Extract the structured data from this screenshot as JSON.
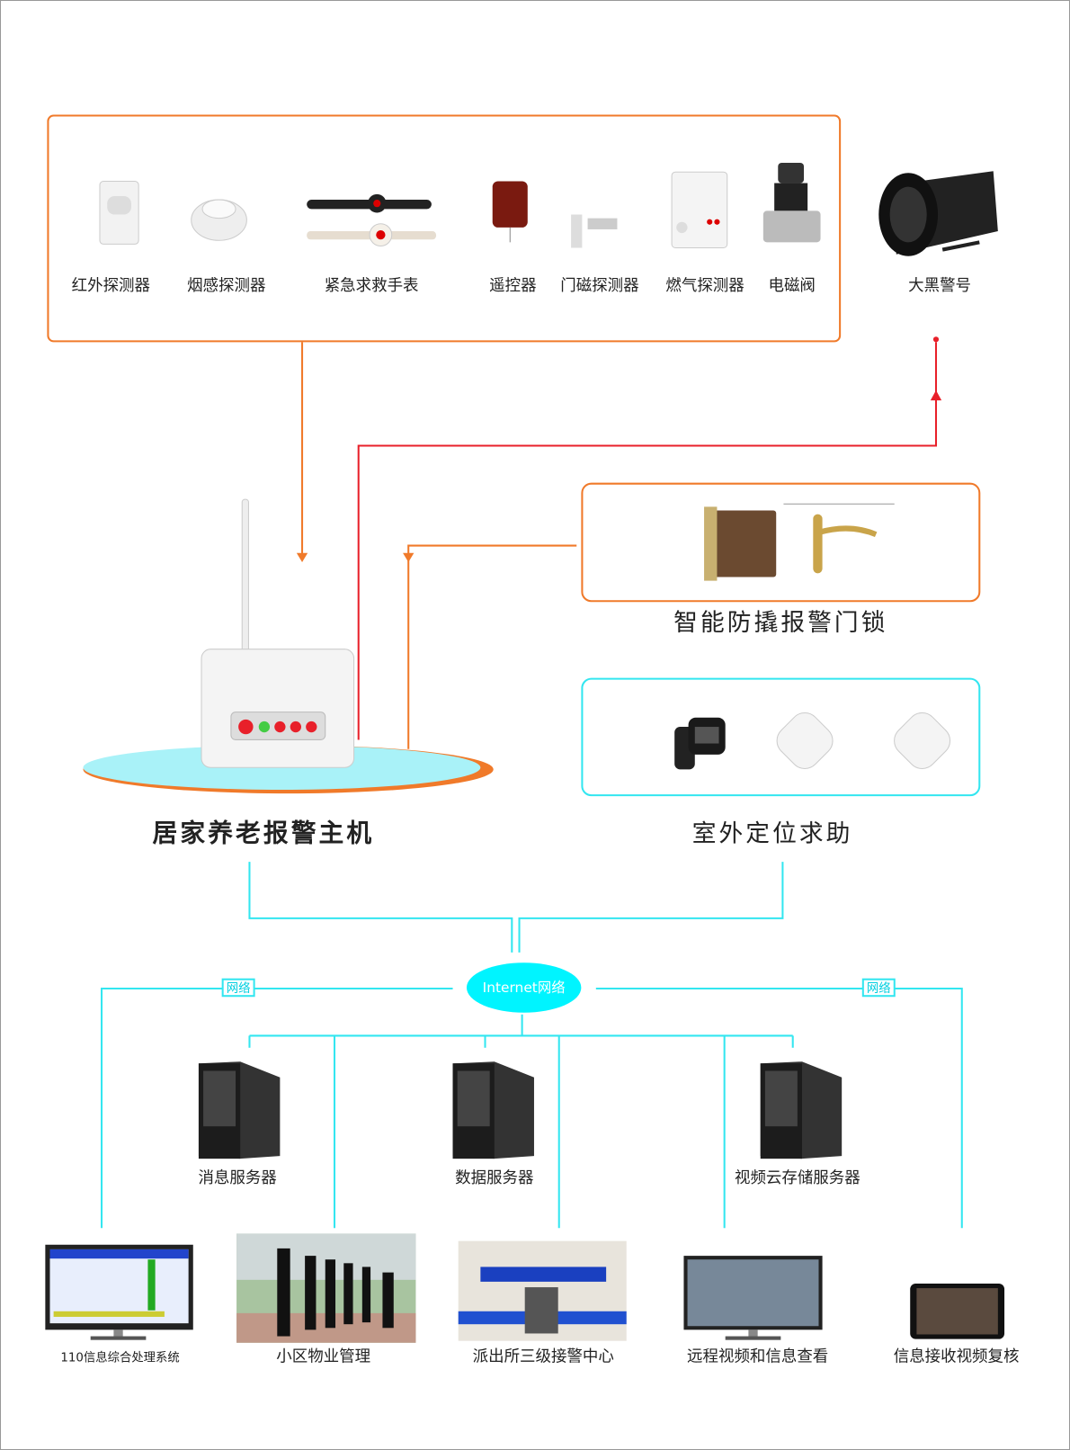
{
  "devices": [
    {
      "label": "红外探测器",
      "icon": "pir-sensor-icon"
    },
    {
      "label": "烟感探测器",
      "icon": "smoke-detector-icon"
    },
    {
      "label": "紧急求救手表",
      "icon": "sos-watch-icon"
    },
    {
      "label": "遥控器",
      "icon": "remote-control-icon"
    },
    {
      "label": "门磁探测器",
      "icon": "door-sensor-icon"
    },
    {
      "label": "燃气探测器",
      "icon": "gas-detector-icon"
    },
    {
      "label": "电磁阀",
      "icon": "solenoid-valve-icon"
    }
  ],
  "siren": {
    "label": "大黑警号",
    "icon": "siren-icon"
  },
  "door_lock": {
    "label": "智能防撬报警门锁"
  },
  "outdoor": {
    "label": "室外定位求助"
  },
  "host": {
    "label": "居家养老报警主机"
  },
  "internet": {
    "label": "Internet网络",
    "net_tag": "网络"
  },
  "servers": [
    {
      "label": "消息服务器"
    },
    {
      "label": "数据服务器"
    },
    {
      "label": "视频云存储服务器"
    }
  ],
  "endpoints": [
    {
      "label": "110信息综合处理系统"
    },
    {
      "label": "小区物业管理"
    },
    {
      "label": "派出所三级接警中心"
    },
    {
      "label": "远程视频和信息查看"
    },
    {
      "label": "信息接收视频复核"
    }
  ],
  "colors": {
    "orange": "#f07a2a",
    "red": "#e8202a",
    "cyan": "#33e6f0"
  }
}
